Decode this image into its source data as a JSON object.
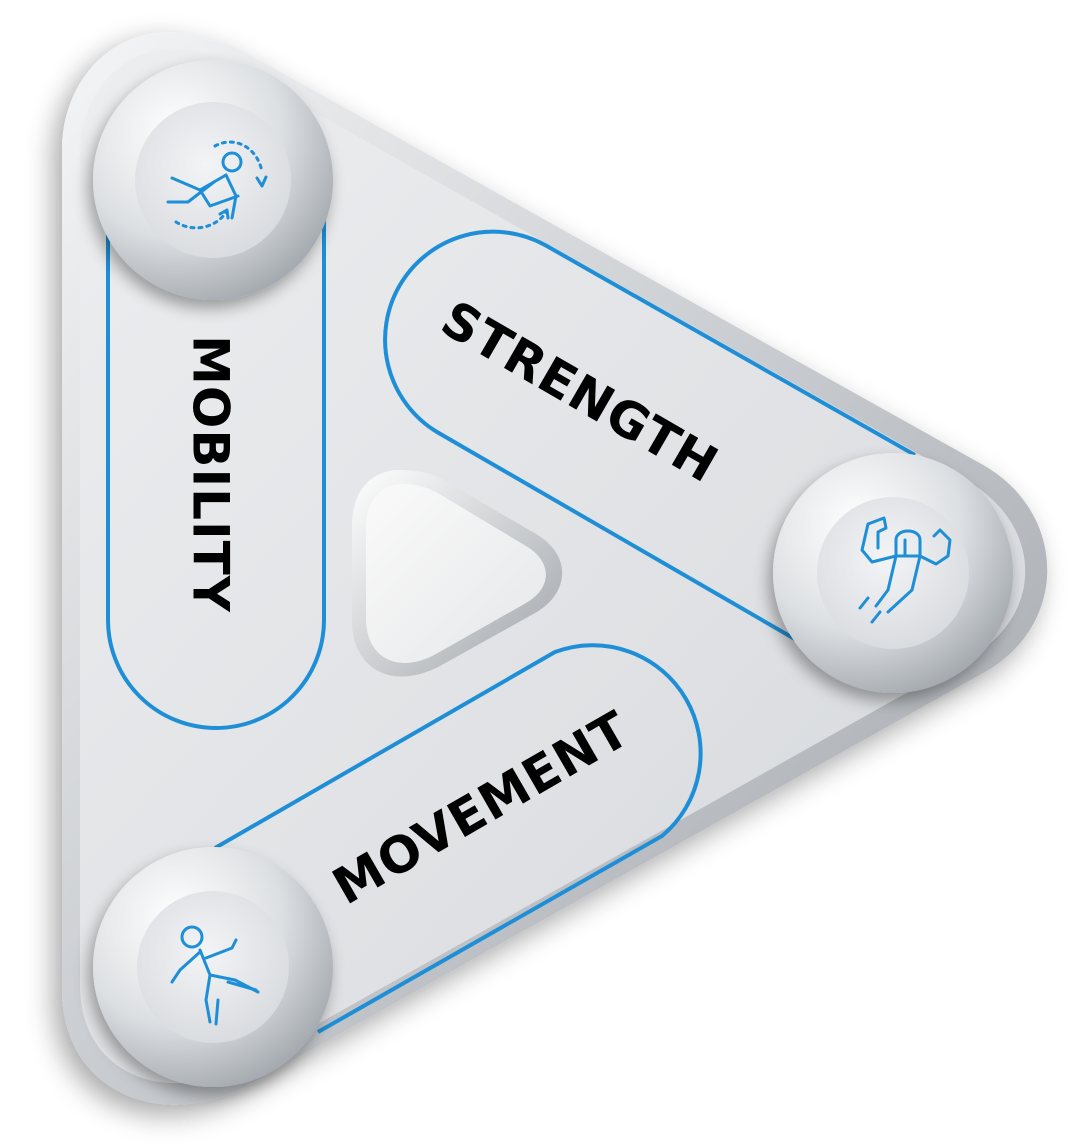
{
  "diagram": {
    "labels": {
      "mobility": "MOBILITY",
      "strength": "STRENGTH",
      "movement": "MOVEMENT"
    },
    "icons": {
      "mobility": "stretching-figure-icon",
      "strength": "flexing-strongman-icon",
      "movement": "dancing-figure-icon"
    },
    "center": "triangle-icon",
    "colors": {
      "accent": "#1e8fd6",
      "base": "#dfe1e4",
      "label": "#000000"
    }
  }
}
